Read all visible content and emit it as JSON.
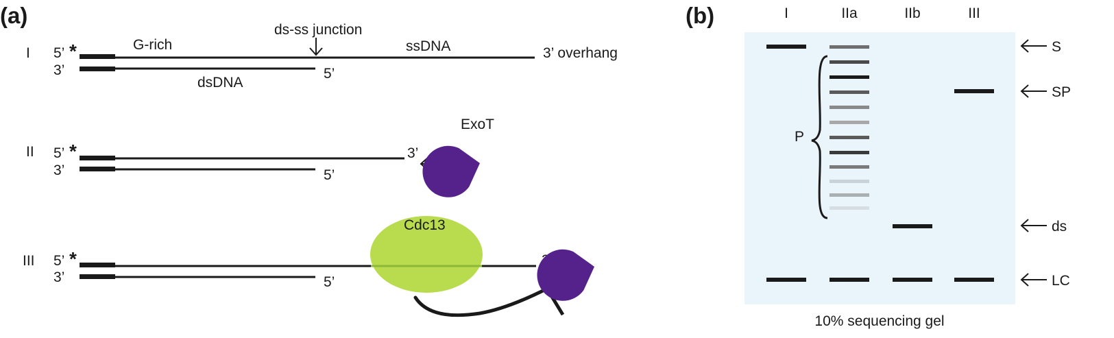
{
  "panel_a": {
    "label": "(a)",
    "row1": {
      "roman": "I",
      "five_prime_top": "5’",
      "star": "*",
      "three_prime_bottom": "3’",
      "g_rich": "G-rich",
      "junction": "ds-ss junction",
      "ssdna": "ssDNA",
      "overhang": "3’ overhang",
      "dsdna": "dsDNA",
      "five_prime_end": "5’"
    },
    "row2": {
      "roman": "II",
      "five_prime_top": "5’",
      "star": "*",
      "three_prime_bottom": "3’",
      "three_prime_end": "3’",
      "five_prime_end": "5’",
      "exot": "ExoT"
    },
    "row3": {
      "roman": "III",
      "five_prime_top": "5’",
      "star": "*",
      "three_prime_bottom": "3’",
      "three_prime_end": "3’",
      "five_prime_end": "5’",
      "cdc13": "Cdc13"
    }
  },
  "panel_b": {
    "label": "(b)",
    "lanes": [
      "I",
      "IIa",
      "IIb",
      "III"
    ],
    "bracket_label": "P",
    "markers": [
      "S",
      "SP",
      "ds",
      "LC"
    ],
    "caption": "10% sequencing gel"
  },
  "colors": {
    "gel_bg": "#eaf4fb",
    "exot": "#55228b",
    "cdc13": "#b9dc4f",
    "dna": "#1a1a1a"
  }
}
